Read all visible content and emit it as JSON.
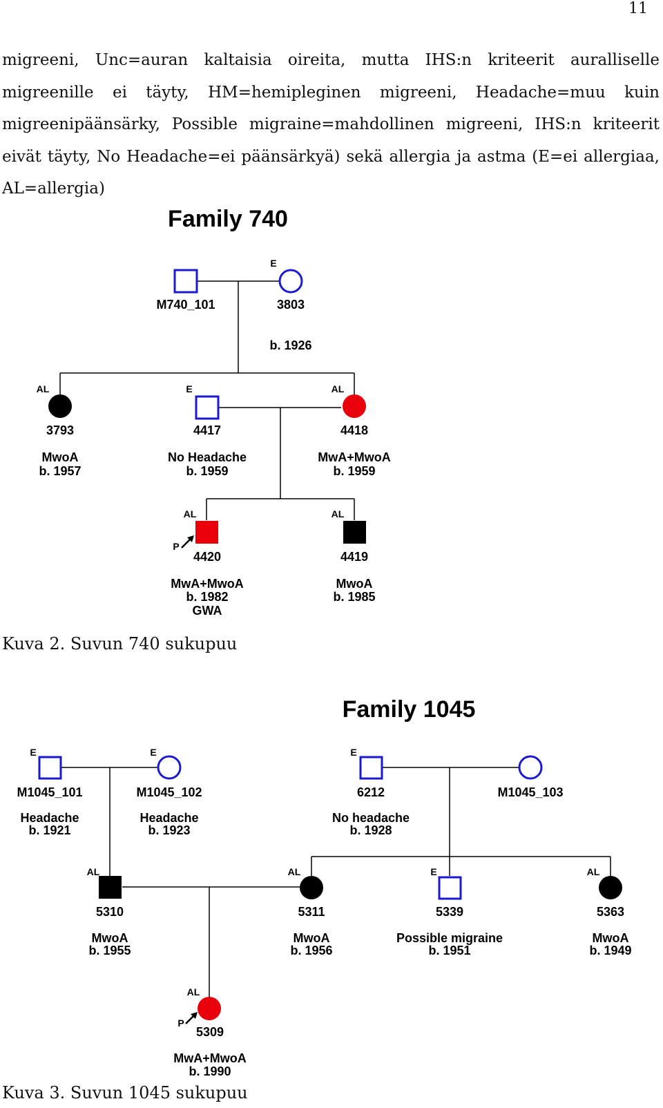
{
  "page_number": "11",
  "paragraph": "migreeni, Unc=auran kaltaisia oireita, mutta IHS:n kriteerit auralliselle migreenille ei täyty, HM=hemipleginen migreeni, Headache=muu kuin migreenipäänsärky, Possible migraine=mahdollinen migreeni, IHS:n kriteerit eivät täyty, No Headache=ei päänsärkyä) sekä allergia ja astma (E=ei allergiaa, AL=allergia)",
  "figures": [
    {
      "title": "Family 740",
      "caption": "Kuva 2. Suvun 740 sukupuu",
      "people": [
        {
          "id": "M740_101",
          "tag": "",
          "diag": "",
          "born": "",
          "extra": ""
        },
        {
          "id": "3803",
          "tag": "E",
          "diag": "",
          "born": "b. 1926",
          "extra": ""
        },
        {
          "id": "3793",
          "tag": "AL",
          "diag": "MwoA",
          "born": "b. 1957",
          "extra": ""
        },
        {
          "id": "4417",
          "tag": "E",
          "diag": "No Headache",
          "born": "b. 1959",
          "extra": ""
        },
        {
          "id": "4418",
          "tag": "AL",
          "diag": "MwA+MwoA",
          "born": "b. 1959",
          "extra": ""
        },
        {
          "id": "4420",
          "tag": "AL",
          "diag": "MwA+MwoA",
          "born": "b. 1982",
          "extra": "GWA",
          "proband": "P"
        },
        {
          "id": "4419",
          "tag": "AL",
          "diag": "MwoA",
          "born": "b. 1985",
          "extra": ""
        }
      ]
    },
    {
      "title": "Family 1045",
      "caption": "Kuva 3. Suvun 1045 sukupuu",
      "people": [
        {
          "id": "M1045_101",
          "tag": "E",
          "diag": "Headache",
          "born": "b. 1921"
        },
        {
          "id": "M1045_102",
          "tag": "E",
          "diag": "Headache",
          "born": "b. 1923"
        },
        {
          "id": "6212",
          "tag": "E",
          "diag": "No headache",
          "born": "b. 1928"
        },
        {
          "id": "M1045_103",
          "tag": "",
          "diag": "",
          "born": ""
        },
        {
          "id": "5310",
          "tag": "AL",
          "diag": "MwoA",
          "born": "b. 1955"
        },
        {
          "id": "5311",
          "tag": "AL",
          "diag": "MwoA",
          "born": "b. 1956"
        },
        {
          "id": "5339",
          "tag": "E",
          "diag": "Possible migraine",
          "born": "b. 1951"
        },
        {
          "id": "5363",
          "tag": "AL",
          "diag": "MwoA",
          "born": "b. 1949"
        },
        {
          "id": "5309",
          "tag": "AL",
          "diag": "MwA+MwoA",
          "born": "b. 1990",
          "proband": "P"
        }
      ]
    }
  ],
  "colors": {
    "unaffected_outline": "#1a1ad0",
    "affected": "#000000",
    "proband_affected": "#e8000b",
    "lines": "#000000"
  }
}
